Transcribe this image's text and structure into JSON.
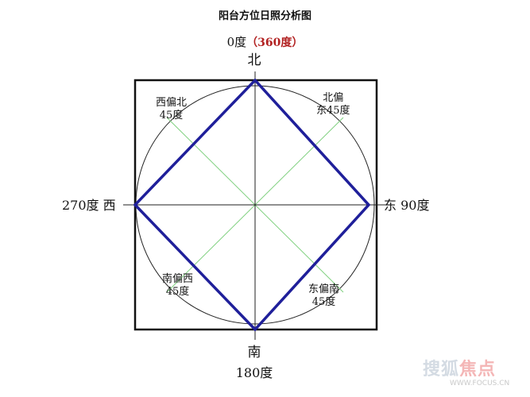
{
  "title": "阳台方位日照分析图",
  "top_degree": {
    "main": "0度",
    "alt": "（360度）"
  },
  "directions": {
    "north": "北",
    "west": "270度 西",
    "east": "东 90度",
    "south": "南",
    "south_degree": "180度"
  },
  "quadrants": {
    "nw": {
      "line1": "西偏北",
      "line2": "45度"
    },
    "ne": {
      "line1": "北偏",
      "line2": "东45度"
    },
    "sw": {
      "line1": "南偏西",
      "line2": "45度"
    },
    "se": {
      "line1": "东偏南",
      "line2": "45度"
    }
  },
  "watermark": {
    "main": "搜狐",
    "accent": "焦点",
    "site": "WWW.FOCUS.CN"
  },
  "colors": {
    "frame": "#111111",
    "diamond": "#1f1f9a",
    "diagonals": "#7fd07f",
    "axes": "#222222",
    "accent_red": "#b22222"
  }
}
